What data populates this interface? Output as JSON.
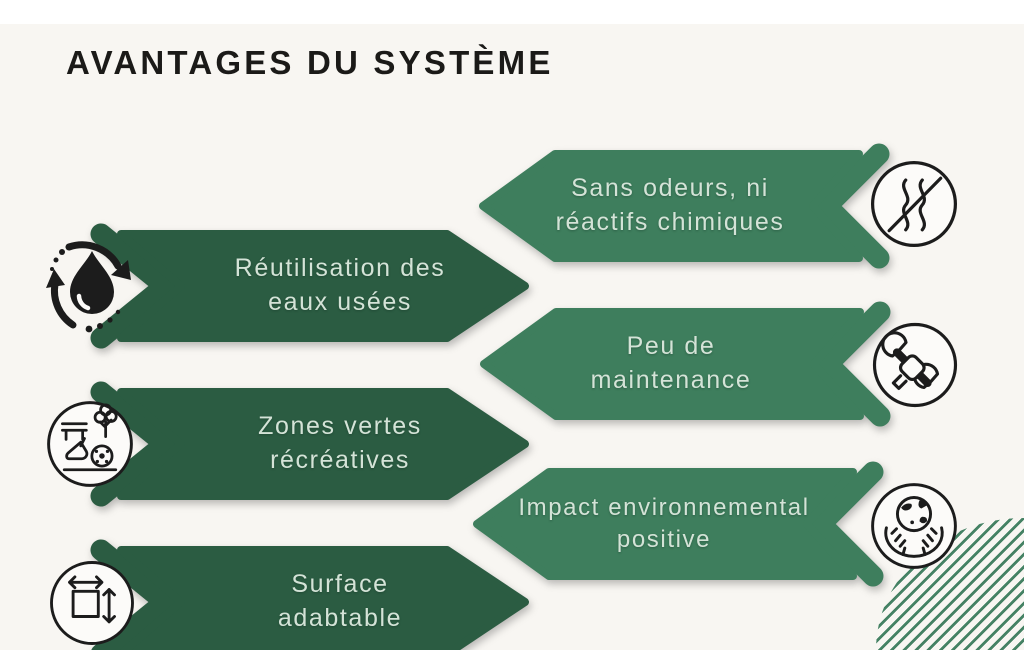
{
  "title": "AVANTAGES DU SYSTÈME",
  "banners": [
    {
      "id": "sans-odeurs",
      "line1": "Sans odeurs, ni",
      "line2": "réactifs chimiques",
      "style": "light-left-arrow",
      "icon": "no-odor-icon"
    },
    {
      "id": "reutilisation",
      "line1": "Réutilisation des",
      "line2": "eaux usées",
      "style": "dark-right-arrow",
      "icon": "water-reuse-icon"
    },
    {
      "id": "maintenance",
      "line1": "Peu de",
      "line2": "maintenance",
      "style": "light-left-arrow",
      "icon": "wrench-hand-icon"
    },
    {
      "id": "zones-vertes",
      "line1": "Zones vertes",
      "line2": "récréatives",
      "style": "dark-right-arrow",
      "icon": "park-leisure-icon"
    },
    {
      "id": "impact",
      "line1": "Impact environnemental",
      "line2": "positive",
      "style": "light-left-arrow",
      "icon": "earth-hands-icon"
    },
    {
      "id": "surface",
      "line1": "Surface",
      "line2": "adabtable",
      "style": "dark-right-arrow",
      "icon": "resize-area-icon"
    }
  ],
  "colors": {
    "dark_green": "#2b5c42",
    "medium_green": "#3e7e5d",
    "stripe_green": "#458264",
    "banner_text": "#d4e3d7",
    "title_text": "#1b1a18",
    "slide_background": "#f8f6f2",
    "page_background": "#ffffff",
    "icon_stroke": "#1c1c1c"
  }
}
